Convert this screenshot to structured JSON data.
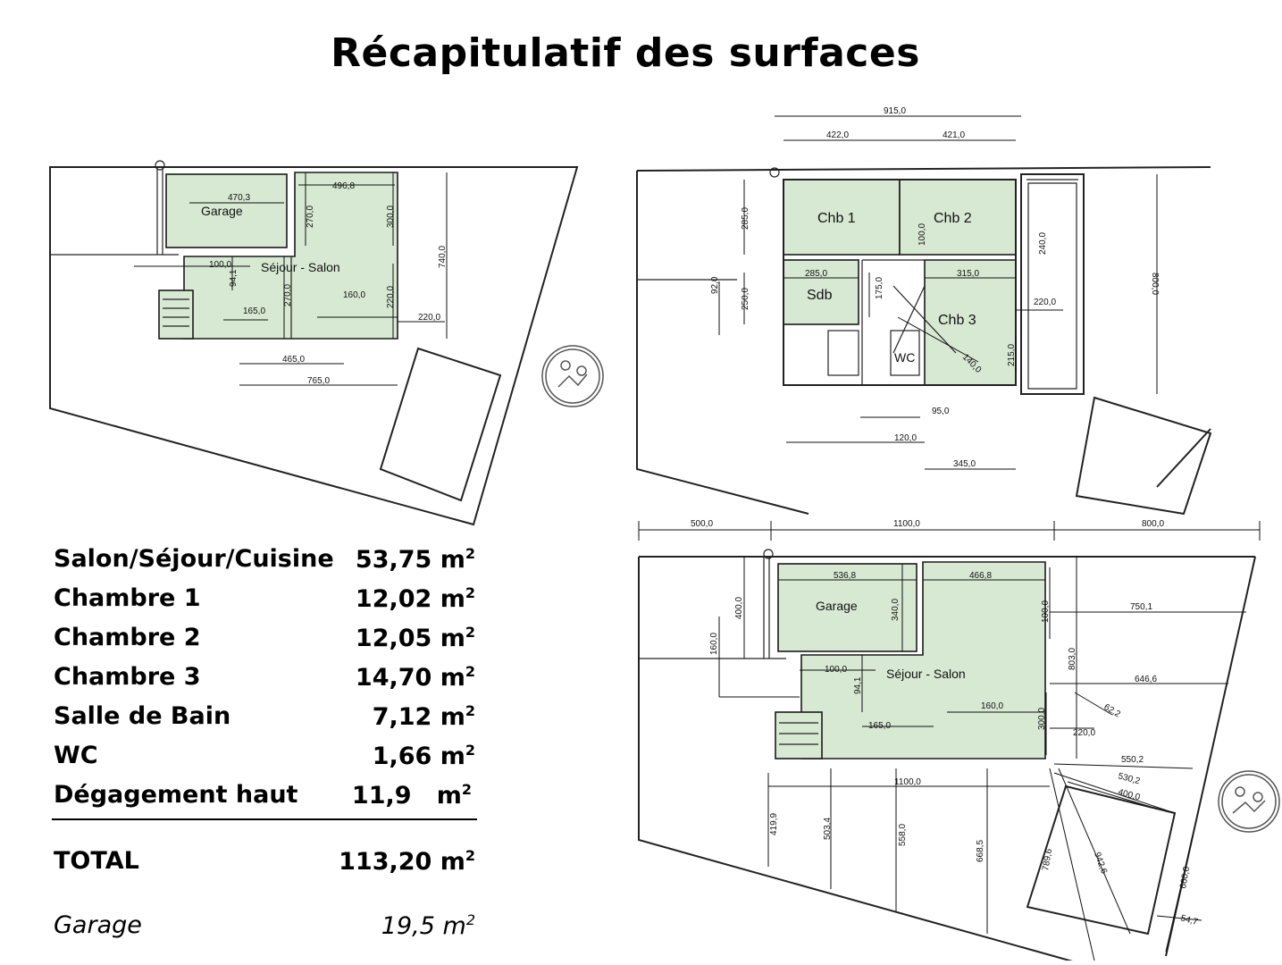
{
  "title": "Récapitulatif des surfaces",
  "surfaces": [
    {
      "label": "Salon/Séjour/Cuisine",
      "value": "53,75 m",
      "sup": "2"
    },
    {
      "label": "Chambre 1",
      "value": "12,02 m",
      "sup": "2"
    },
    {
      "label": "Chambre 2",
      "value": "12,05 m",
      "sup": "2"
    },
    {
      "label": "Chambre 3",
      "value": "14,70 m",
      "sup": "2"
    },
    {
      "label": "Salle de Bain",
      "value": "7,12 m",
      "sup": "2"
    },
    {
      "label": "WC",
      "value": "1,66 m",
      "sup": "2"
    },
    {
      "label": "Dégagement haut",
      "value": "11,9   m",
      "sup": "2"
    }
  ],
  "total": {
    "label": "TOTAL",
    "value": "113,20 m",
    "sup": "2"
  },
  "garage": {
    "label": "Garage",
    "value": "19,5 m",
    "sup": "2"
  },
  "plan_ground": {
    "rooms": {
      "garage": "Garage",
      "sejour": "Séjour - Salon"
    },
    "dims": {
      "d1": "470,3",
      "d2": "496,8",
      "d3": "270,0",
      "d4": "300,0",
      "d5": "740,0",
      "d6": "100,0",
      "d7": "94,1",
      "d8": "270,0",
      "d9": "160,0",
      "d10": "165,0",
      "d11": "220,0",
      "d12": "220,0",
      "d13": "465,0",
      "d14": "765,0"
    }
  },
  "plan_upper": {
    "rooms": {
      "chb1": "Chb 1",
      "chb2": "Chb 2",
      "sdb": "Sdb",
      "chb3": "Chb 3",
      "wc": "WC"
    },
    "dims": {
      "d1": "915,0",
      "d2": "422,0",
      "d3": "421,0",
      "d4": "285,0",
      "d5": "100,0",
      "d6": "240,0",
      "d7": "800,0",
      "d8": "285,0",
      "d9": "315,0",
      "d10": "92,0",
      "d11": "250,0",
      "d12": "175,0",
      "d13": "220,0",
      "d14": "140,0",
      "d15": "215,0",
      "d16": "95,0",
      "d17": "120,0",
      "d18": "345,0"
    }
  },
  "plan_site": {
    "rooms": {
      "garage": "Garage",
      "sejour": "Séjour - Salon"
    },
    "dims": {
      "d1": "500,0",
      "d2": "1100,0",
      "d3": "800,0",
      "d4": "536,8",
      "d5": "466,8",
      "d6": "400,0",
      "d7": "340,0",
      "d8": "160,0",
      "d9": "100,0",
      "d10": "750,1",
      "d11": "803,0",
      "d12": "100,0",
      "d13": "94,1",
      "d14": "646,6",
      "d15": "62,2",
      "d16": "160,0",
      "d17": "165,0",
      "d18": "300,0",
      "d19": "220,0",
      "d20": "550,2",
      "d21": "530,2",
      "d22": "400,0",
      "d23": "1100,0",
      "d24": "419,9",
      "d25": "503,4",
      "d26": "558,0",
      "d27": "668,5",
      "d28": "789,6",
      "d29": "942,6",
      "d30": "660,0",
      "d31": "54,7"
    }
  }
}
